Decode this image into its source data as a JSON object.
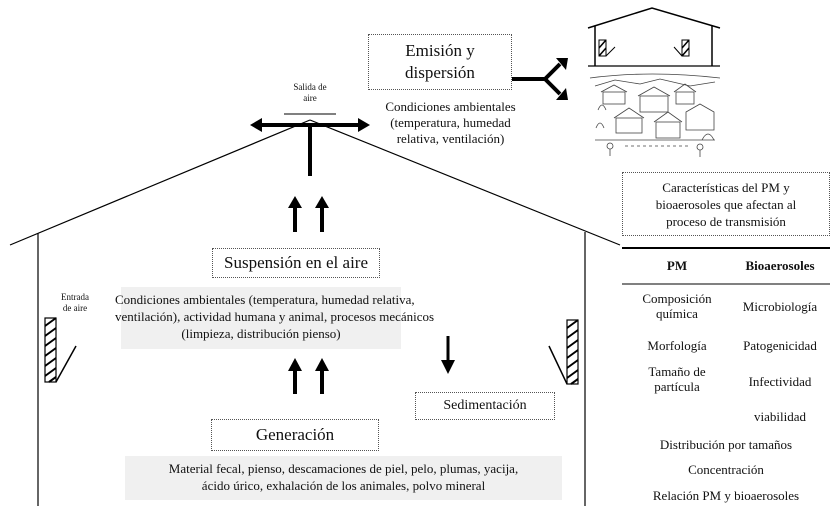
{
  "emission": {
    "title_line1": "Emisión y",
    "title_line2": "dispersión"
  },
  "ambient_top": {
    "line1": "Condiciones ambientales",
    "line2": "(temperatura, humedad",
    "line3": "relativa, ventilación)"
  },
  "air_outlet": {
    "line1": "Salida de",
    "line2": "aire"
  },
  "air_inlet": {
    "line1": "Entrada",
    "line2": "de aire"
  },
  "suspension": {
    "title": "Suspensión en el aire",
    "line1": "Condiciones ambientales (temperatura, humedad relativa,",
    "line2": "ventilación), actividad humana y animal, procesos mecánicos",
    "line3": "(limpieza, distribución pienso)"
  },
  "sedimentation": {
    "label": "Sedimentación"
  },
  "generation": {
    "title": "Generación",
    "line1": "Material fecal, pienso, descamaciones de piel, pelo, plumas, yacija,",
    "line2": "ácido úrico, exhalación de los animales, polvo mineral"
  },
  "characteristics": {
    "line1": "Características del PM y",
    "line2": "bioaerosoles que afectan al",
    "line3": "proceso de transmisión"
  },
  "table": {
    "header_pm": "PM",
    "header_bio": "Bioaerosoles",
    "r1_pm_line1": "Composición",
    "r1_pm_line2": "química",
    "r1_bio": "Microbiología",
    "r2_pm": "Morfología",
    "r2_bio": "Patogenicidad",
    "r3_pm_line1": "Tamaño de",
    "r3_pm_line2": "partícula",
    "r3_bio": "Infectividad",
    "r4_bio": "viabilidad",
    "r5": "Distribución por tamaños",
    "r6": "Concentración",
    "r7": "Relación PM y bioaerosoles"
  },
  "icons": [
    "house-with-vents-icon",
    "village-sketch-icon"
  ]
}
